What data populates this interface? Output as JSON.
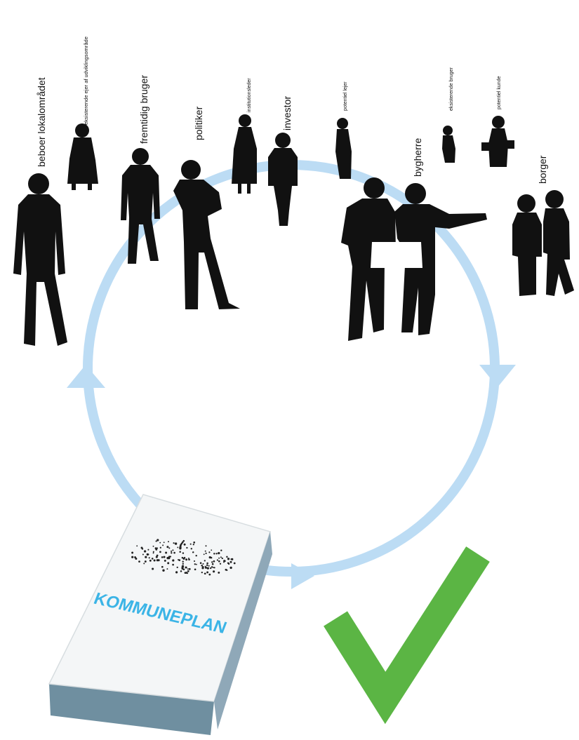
{
  "colors": {
    "cycle": "#bcdcf4",
    "silhouette": "#111111",
    "check": "#5bb544",
    "book_title": "#3bb4e6",
    "book_dots": "#222222"
  },
  "stakeholders": [
    {
      "label": "beboer lokalområdet"
    },
    {
      "label": "eksisterende ejer af udviklingsområde"
    },
    {
      "label": "fremtidig bruger"
    },
    {
      "label": "politiker"
    },
    {
      "label": "institutionsleder"
    },
    {
      "label": "investor"
    },
    {
      "label": "potentiel lejer"
    },
    {
      "label": "bygherre"
    },
    {
      "label": "eksisterende bruger"
    },
    {
      "label": "potentiel kunde"
    },
    {
      "label": "borger"
    }
  ],
  "book": {
    "title": "KOMMUNEPLAN"
  },
  "icons": {
    "cycle": "cycle-arrows-icon",
    "check": "checkmark-icon",
    "book": "plan-document-icon"
  }
}
